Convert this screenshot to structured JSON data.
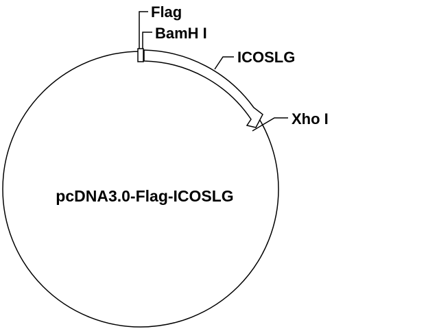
{
  "plasmid": {
    "name": "pcDNA3.0-Flag-ICOSLG"
  },
  "features": {
    "flag": "Flag",
    "bamhi": "BamH I",
    "insert": "ICOSLG",
    "xhoi": "Xho I"
  },
  "colors": {
    "line": "#000000",
    "background": "#ffffff"
  }
}
